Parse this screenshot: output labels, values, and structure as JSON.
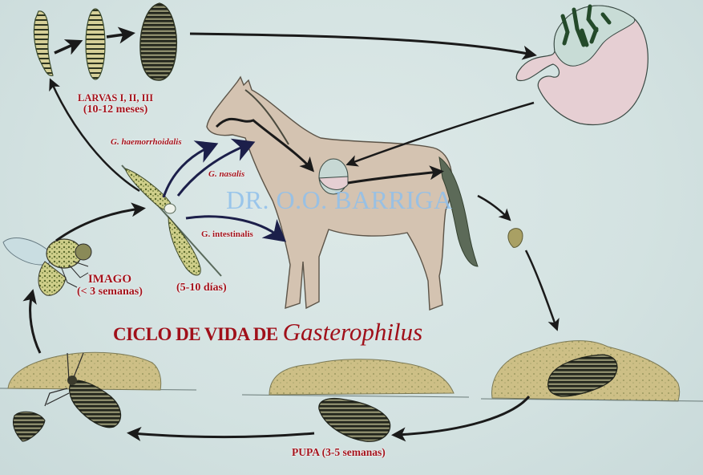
{
  "diagram": {
    "title": {
      "prefix": "CICLO DE VIDA DE",
      "genus": "Gasterophilus"
    },
    "watermark": "DR. O.O. BARRIGA",
    "stages": {
      "larvae": {
        "label": "LARVAS I, II, III",
        "duration": "(10-12 meses)"
      },
      "imago": {
        "label": "IMAGO",
        "duration": "(< 3 semanas)"
      },
      "egg": {
        "duration": "(5-10 días)"
      },
      "pupa": {
        "label": "PUPA (3-5 semanas)"
      }
    },
    "species": [
      {
        "name": "G. haemorrhoidalis",
        "italic": true
      },
      {
        "name": "G. nasalis",
        "italic": true
      },
      {
        "name": "G. intestinalis",
        "italic": false
      }
    ],
    "nodes": [
      "larva-stage-1",
      "larva-stage-2",
      "larva-stage-3",
      "horse-stomach-detail",
      "horse",
      "fecal-pupa",
      "pupa-in-soil",
      "pupa",
      "adult-emerging",
      "imago-fly",
      "eggs-on-hair"
    ],
    "colors": {
      "background": "#d6e4e3",
      "label_red": "#a3121b",
      "arrow": "#1a1a1a",
      "species_arrow": "#1c1f4a",
      "watermark": "#8fc0ec",
      "stomach_pink": "#e6cfd3",
      "larva_yellow": "#d8d39a",
      "soil": "#cfc08a"
    }
  }
}
